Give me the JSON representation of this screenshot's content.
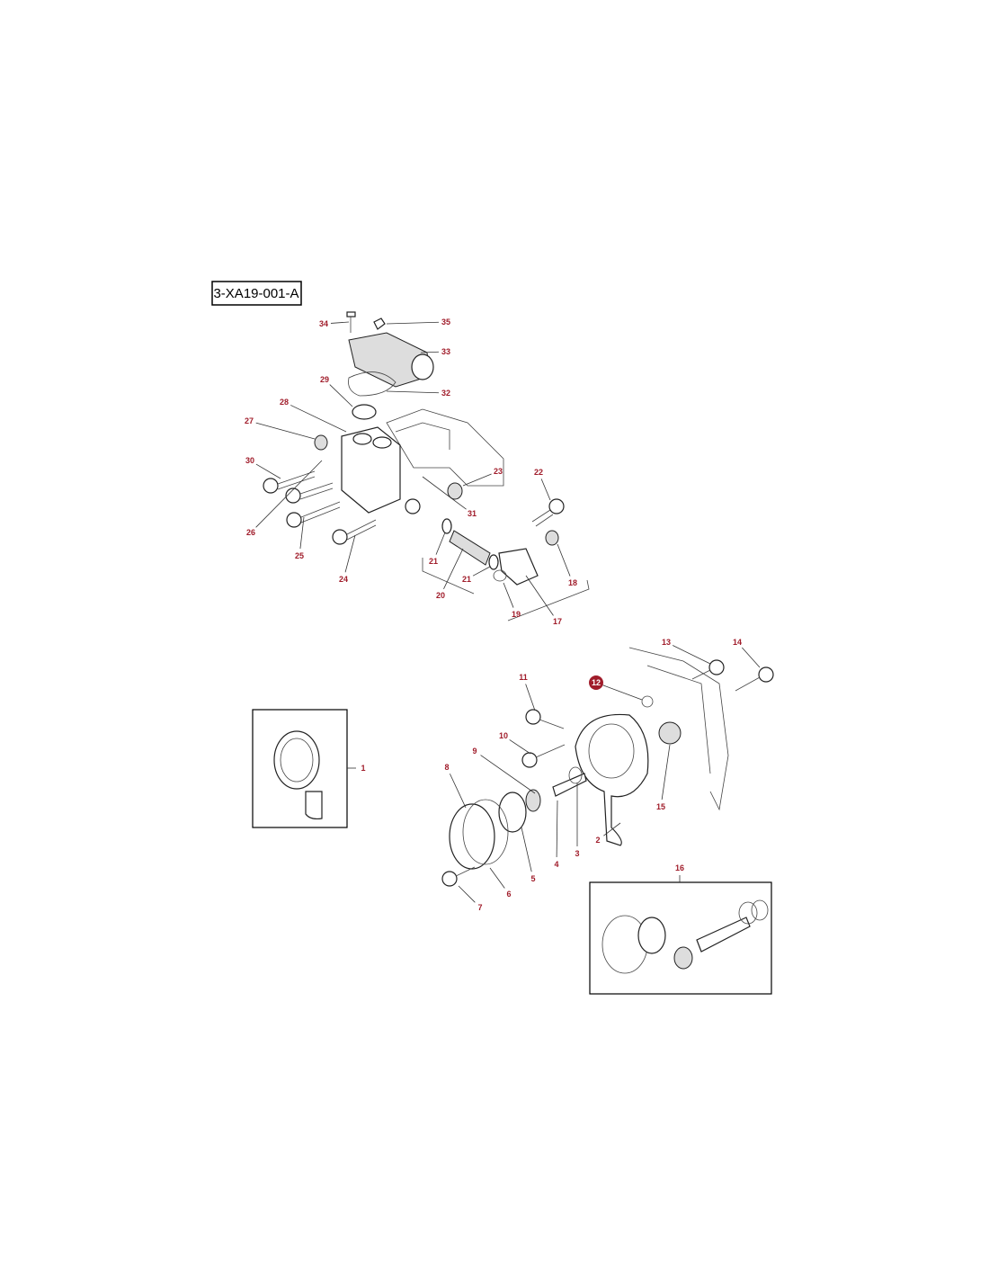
{
  "diagram_ref": "3-XA19-001-A",
  "callouts": [
    {
      "id": "34",
      "label": "34"
    },
    {
      "id": "35",
      "label": "35"
    },
    {
      "id": "33",
      "label": "33"
    },
    {
      "id": "29",
      "label": "29"
    },
    {
      "id": "32",
      "label": "32"
    },
    {
      "id": "28",
      "label": "28"
    },
    {
      "id": "27",
      "label": "27"
    },
    {
      "id": "30",
      "label": "30"
    },
    {
      "id": "23",
      "label": "23"
    },
    {
      "id": "22",
      "label": "22"
    },
    {
      "id": "31",
      "label": "31"
    },
    {
      "id": "26",
      "label": "26"
    },
    {
      "id": "25",
      "label": "25"
    },
    {
      "id": "24",
      "label": "24"
    },
    {
      "id": "21a",
      "label": "21"
    },
    {
      "id": "21b",
      "label": "21"
    },
    {
      "id": "20",
      "label": "20"
    },
    {
      "id": "18",
      "label": "18"
    },
    {
      "id": "19",
      "label": "19"
    },
    {
      "id": "17",
      "label": "17"
    },
    {
      "id": "13",
      "label": "13"
    },
    {
      "id": "14",
      "label": "14"
    },
    {
      "id": "12",
      "label": "12",
      "highlighted": true
    },
    {
      "id": "11",
      "label": "11"
    },
    {
      "id": "10",
      "label": "10"
    },
    {
      "id": "9",
      "label": "9"
    },
    {
      "id": "8",
      "label": "8"
    },
    {
      "id": "1",
      "label": "1"
    },
    {
      "id": "15",
      "label": "15"
    },
    {
      "id": "5",
      "label": "5"
    },
    {
      "id": "4",
      "label": "4"
    },
    {
      "id": "3",
      "label": "3"
    },
    {
      "id": "2",
      "label": "2"
    },
    {
      "id": "6",
      "label": "6"
    },
    {
      "id": "7",
      "label": "7"
    },
    {
      "id": "16",
      "label": "16"
    }
  ],
  "colors": {
    "callout": "#a01c2a",
    "line": "#222222",
    "highlight": "#a01c2a"
  }
}
